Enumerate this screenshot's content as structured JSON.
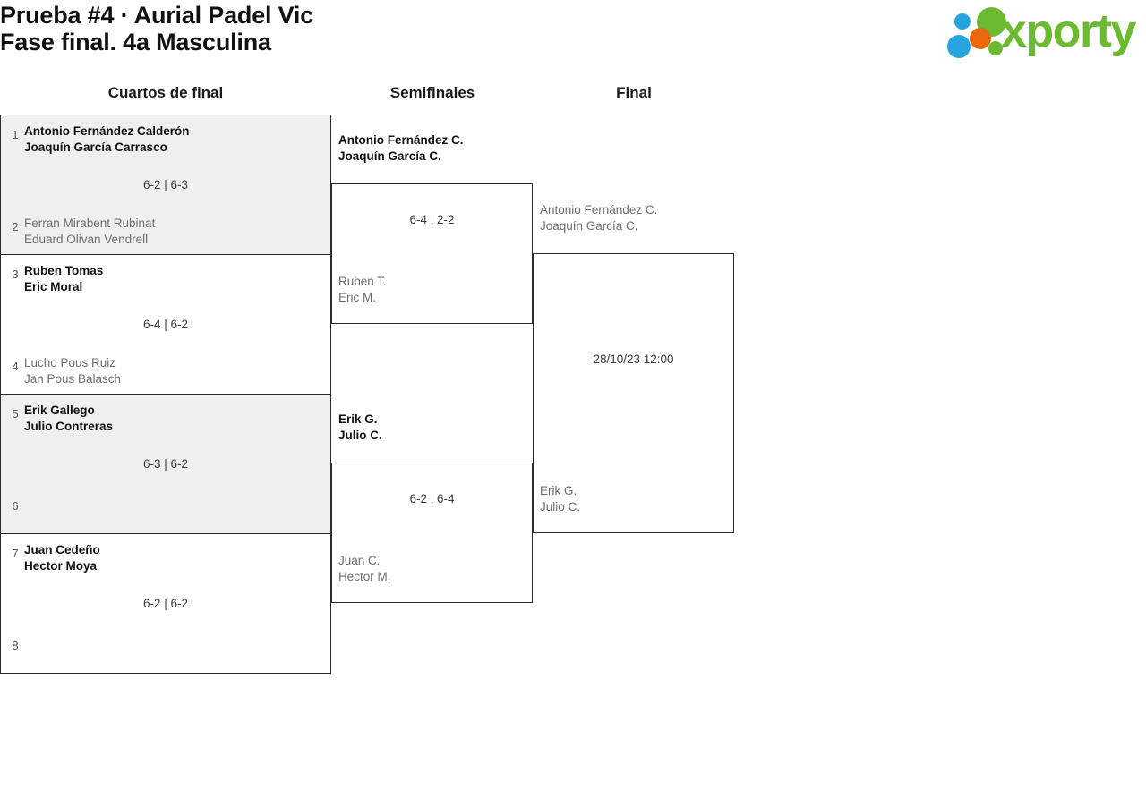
{
  "header": {
    "title_line1": "Prueba #4 · Aurial Padel Vic",
    "title_line2": "Fase final. 4a Masculina",
    "logo": {
      "wordmark": "xporty",
      "colors": {
        "green": "#6cba32",
        "blue": "#26a4dd",
        "orange": "#e8690f"
      },
      "dots": [
        "blue-small",
        "orange",
        "green-large",
        "blue-large",
        "green-small"
      ]
    }
  },
  "rounds": [
    {
      "id": "quarterfinals",
      "label": "Cuartos de final"
    },
    {
      "id": "semifinals",
      "label": "Semifinales"
    },
    {
      "id": "final",
      "label": "Final"
    }
  ],
  "quarterfinals": [
    {
      "score": "6-2 | 6-3",
      "top": {
        "seed": "1",
        "player1": "Antonio Fernández Calderón",
        "player2": "Joaquín García Carrasco",
        "result": "winner"
      },
      "bottom": {
        "seed": "2",
        "player1": "Ferran Mirabent Rubinat",
        "player2": "Eduard Olivan Vendrell",
        "result": "loser"
      }
    },
    {
      "score": "6-4 | 6-2",
      "top": {
        "seed": "3",
        "player1": "Ruben Tomas",
        "player2": "Eric Moral",
        "result": "winner"
      },
      "bottom": {
        "seed": "4",
        "player1": "Lucho Pous Ruiz",
        "player2": "Jan Pous Balasch",
        "result": "loser"
      }
    },
    {
      "score": "6-3 | 6-2",
      "top": {
        "seed": "5",
        "player1": "Erik Gallego",
        "player2": "Julio Contreras",
        "result": "winner"
      },
      "bottom": {
        "seed": "6",
        "player1": "",
        "player2": "",
        "result": "loser"
      }
    },
    {
      "score": "6-2 | 6-2",
      "top": {
        "seed": "7",
        "player1": "Juan Cedeño",
        "player2": "Hector Moya",
        "result": "winner"
      },
      "bottom": {
        "seed": "8",
        "player1": "",
        "player2": "",
        "result": "loser"
      }
    }
  ],
  "semifinals": [
    {
      "score": "6-4 | 2-2",
      "top": {
        "player1": "Antonio Fernández C.",
        "player2": "Joaquín García C.",
        "result": "winner"
      },
      "bottom": {
        "player1": "Ruben T.",
        "player2": "Eric M.",
        "result": "loser"
      }
    },
    {
      "score": "6-2 | 6-4",
      "top": {
        "player1": "Erik G.",
        "player2": "Julio C.",
        "result": "winner"
      },
      "bottom": {
        "player1": "Juan C.",
        "player2": "Hector M.",
        "result": "loser"
      }
    }
  ],
  "final": [
    {
      "score": "28/10/23 12:00",
      "top": {
        "player1": "Antonio Fernández C.",
        "player2": "Joaquín García C.",
        "result": "pending"
      },
      "bottom": {
        "player1": "Erik G.",
        "player2": "Julio C.",
        "result": "pending"
      }
    }
  ]
}
